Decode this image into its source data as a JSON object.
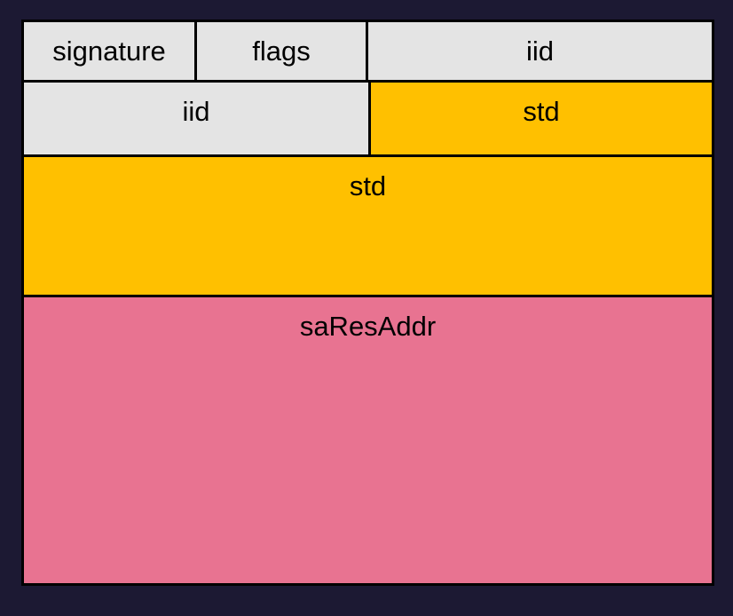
{
  "diagram": {
    "type": "memory-layout",
    "title": "",
    "background_color": "#1c1933",
    "border_color": "#000000",
    "palette": {
      "gray": "#e4e4e4",
      "amber": "#ffc000",
      "pink": "#e87391",
      "text": "#000000"
    },
    "rows": [
      {
        "index": 1,
        "cells": [
          {
            "label": "signature",
            "fill": "gray"
          },
          {
            "label": "flags",
            "fill": "gray"
          },
          {
            "label": "iid",
            "fill": "gray"
          }
        ]
      },
      {
        "index": 2,
        "cells": [
          {
            "label": "iid",
            "fill": "gray"
          },
          {
            "label": "std",
            "fill": "amber"
          }
        ]
      },
      {
        "index": 3,
        "cells": [
          {
            "label": "std",
            "fill": "amber"
          }
        ]
      },
      {
        "index": 4,
        "cells": [
          {
            "label": "saResAddr",
            "fill": "pink"
          }
        ]
      }
    ]
  }
}
